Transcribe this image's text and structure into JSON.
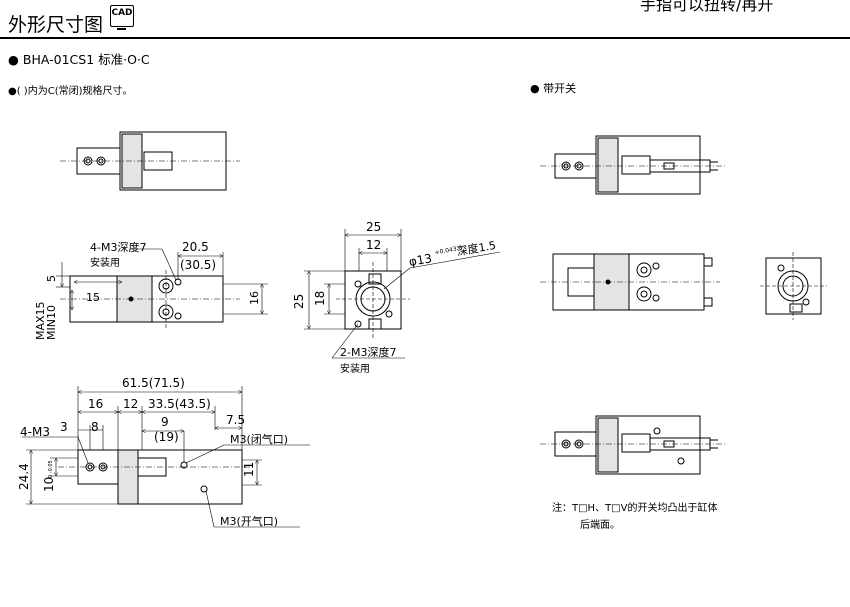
{
  "header": {
    "title": "外形尺寸图",
    "cad_badge": "CAD",
    "cut_text": "手指可以扭转/再开"
  },
  "model_line": "● BHA-01CS1 标准·O·C",
  "note_line": "●(  )内为C(常闭)规格尺寸。",
  "switch_heading": "● 带开关",
  "front_view": {
    "dim_width": "20.5",
    "dim_width_c": "(30.5)",
    "hole_label": "4-M3深度7",
    "hole_use": "安装用",
    "dim_5": "5",
    "dim_15": "15",
    "dim_16": "16",
    "stroke_max": "MAX15",
    "stroke_min": "MIN10"
  },
  "side_view": {
    "dim_25_top": "25",
    "dim_12": "12",
    "dim_25_left": "25",
    "dim_18": "18",
    "bore_label": "φ13",
    "bore_tol": "+0.043 0",
    "bore_depth": "深度1.5",
    "hole_label": "2-M3深度7",
    "hole_use": "安装用"
  },
  "bottom_view": {
    "dim_total": "61.5(71.5)",
    "dim_16": "16",
    "dim_12": "12",
    "dim_335": "33.5(43.5)",
    "dim_75": "7.5",
    "dim_3": "3",
    "dim_8": "8",
    "dim_9": "9",
    "dim_19": "(19)",
    "tap_label": "4-M3",
    "port_close": "M3(闭气口)",
    "port_open": "M3(开气口)",
    "dim_244": "24.4",
    "dim_10": "10",
    "dim_10_tol": "0 -0.05",
    "dim_11": "11"
  },
  "bottom_note": {
    "line1": "注：T□H、T□V的开关均凸出于缸体",
    "line2": "后端面。"
  }
}
